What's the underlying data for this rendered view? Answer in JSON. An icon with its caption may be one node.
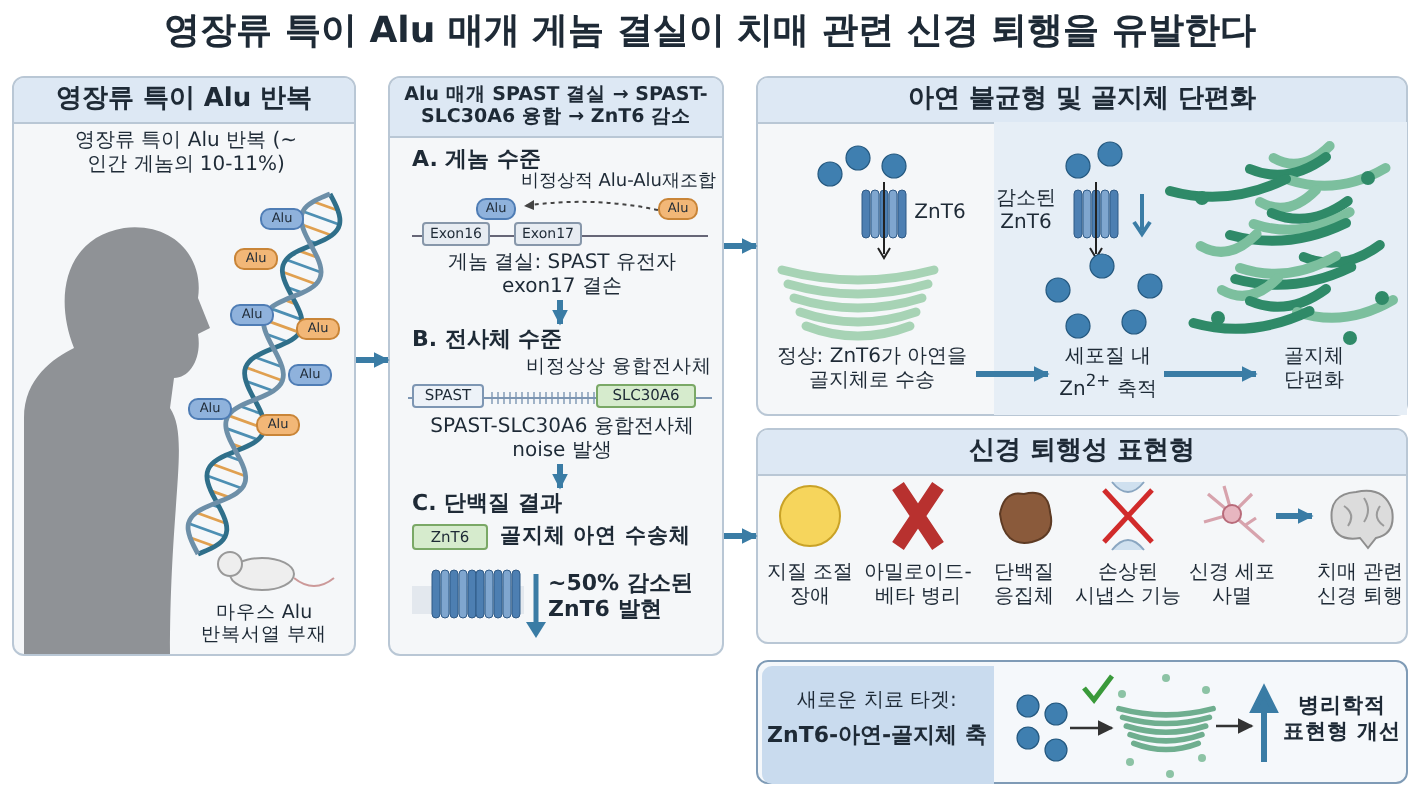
{
  "diagram": {
    "title": "영장류 특이 Alu 매개 게놈 결실이 치매 관련 신경 퇴행을 유발한다",
    "nodes": [
      {
        "text": [
          "영장류 특이 Alu 반복",
          "영장류 특이 Alu 반복 (~인간 게놈의 10-11%)",
          "마우스 Alu 반복서열 부재"
        ]
      },
      {
        "text": [
          "Alu 매개 SPAST 결실 → SPAST-SLC30A6 융합 → ZnT6 감소"
        ]
      },
      {
        "text": [
          "A. 게놈 수준",
          "비정상적 Alu-Alu재조합",
          "게놈 결실: SPAST 유전자 exon17 결손"
        ],
        "in": 1
      },
      {
        "text": [
          "B. 전사체 수준",
          "비정상상 융합전사체",
          "SPAST-SLC30A6 융합전사체 noise 발생"
        ],
        "in": 1
      },
      {
        "text": [
          "C. 단백질 결과",
          "골지체 아연 수송체",
          "~50% 감소된 ZnT6 발현"
        ],
        "in": 1
      },
      {
        "text": [
          "아연 불균형 및 골지체 단편화"
        ]
      },
      {
        "text": [
          "정상: ZnT6가 아연을 골지체로 수송"
        ],
        "in": 5
      },
      {
        "text": [
          "세포질 내 Zn$^{2+}$ 축적"
        ],
        "in": 5
      },
      {
        "text": [
          "골지체 단편화"
        ],
        "in": 5
      },
      {
        "text": [
          "신경 퇴행성 표현형"
        ]
      },
      {
        "text": [
          "지질 조절 장애"
        ],
        "in": 9
      },
      {
        "text": [
          "아밀로이드-베타 병리"
        ],
        "in": 9
      },
      {
        "text": [
          "단백질 응집체"
        ],
        "in": 9
      },
      {
        "text": [
          "손상된 시냅스 기능"
        ],
        "in": 9
      },
      {
        "text": [
          "신경 세포 사멸"
        ],
        "in": 9
      },
      {
        "text": [
          "치매 관련 신경 퇴행"
        ],
        "in": 9
      },
      {
        "text": [],
        "shape": "box"
      },
      {
        "text": [
          "새로운 치료 타겟:",
          "ZnT6-아연-골지체 축"
        ],
        "in": 16
      },
      {
        "text": [],
        "shape": "picture",
        "in": 16
      },
      {
        "text": [],
        "shape": "picture",
        "in": 16
      },
      {
        "text": [
          "병리학적 표현형 개선"
        ],
        "in": 16
      }
    ],
    "edges": [
      {
        "from": 0,
        "to": 1,
        "arrow": "to"
      },
      {
        "from": 1,
        "to": 5,
        "arrow": "to"
      },
      {
        "from": 1,
        "to": 9,
        "arrow": "to"
      },
      {
        "from": 2,
        "to": 3,
        "arrow": "to"
      },
      {
        "from": 3,
        "to": 4,
        "arrow": "to"
      },
      {
        "from": 6,
        "to": 7,
        "arrow": "to"
      },
      {
        "from": 7,
        "to": 8,
        "arrow": "to"
      },
      {
        "from": 14,
        "to": 15,
        "arrow": "to"
      },
      {
        "from": 18,
        "to": 19,
        "arrow": "to",
        "color": "#333333"
      },
      {
        "from": 19,
        "to": 20,
        "arrow": "to",
        "color": "#333333"
      }
    ],
    "labels": [
      "Alu",
      "Alu",
      "Alu",
      "Alu",
      "Alu",
      "Alu",
      "Alu",
      "Alu",
      "Alu",
      "Exon16",
      "Exon17",
      "SPAST",
      "SLC30A6",
      "ZnT6",
      "ZnT6",
      "감소된 ZnT6"
    ]
  }
}
